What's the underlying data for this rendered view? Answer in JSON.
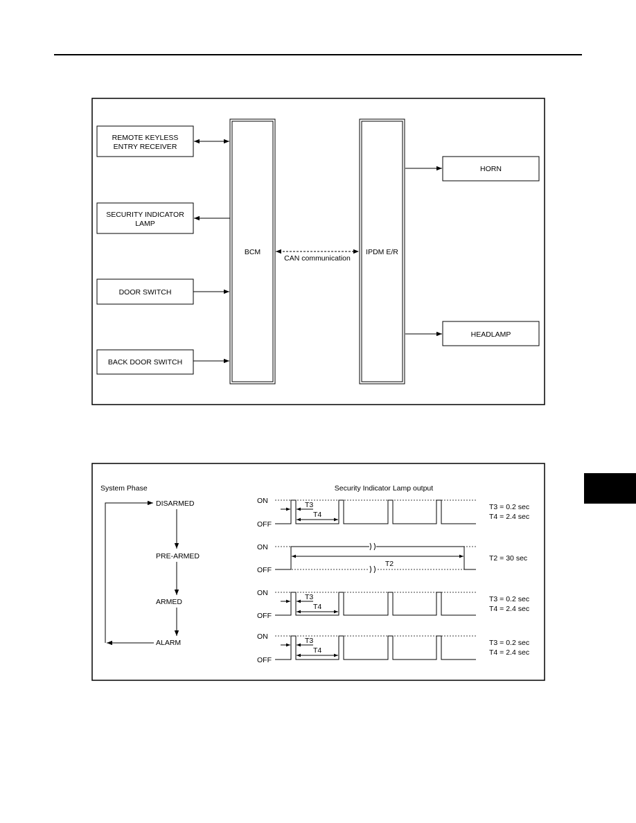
{
  "block_diagram": {
    "rke_line1": "REMOTE KEYLESS",
    "rke_line2": "ENTRY RECEIVER",
    "lamp_line1": "SECURITY INDICATOR",
    "lamp_line2": "LAMP",
    "door_switch": "DOOR SWITCH",
    "back_door_switch": "BACK DOOR SWITCH",
    "bcm": "BCM",
    "ipdm": "IPDM E/R",
    "can": "CAN communication",
    "horn": "HORN",
    "headlamp": "HEADLAMP"
  },
  "timing_diagram": {
    "phase_title": "System Phase",
    "output_title": "Security Indicator Lamp output",
    "phases": [
      "DISARMED",
      "PRE-ARMED",
      "ARMED",
      "ALARM"
    ],
    "rows": [
      {
        "on": "ON",
        "off": "OFF",
        "t_short": "T3",
        "t_long": "T4",
        "note_short": "T3 = 0.2 sec",
        "note_long": "T4 = 2.4 sec"
      },
      {
        "on": "ON",
        "off": "OFF",
        "t_span": "T2",
        "note_span": "T2 = 30 sec"
      },
      {
        "on": "ON",
        "off": "OFF",
        "t_short": "T3",
        "t_long": "T4",
        "note_short": "T3 = 0.2 sec",
        "note_long": "T4 = 2.4 sec"
      },
      {
        "on": "ON",
        "off": "OFF",
        "t_short": "T3",
        "t_long": "T4",
        "note_short": "T3 = 0.2 sec",
        "note_long": "T4 = 2.4 sec"
      }
    ]
  },
  "colors": {
    "ink": "#000000",
    "background": "#ffffff"
  }
}
